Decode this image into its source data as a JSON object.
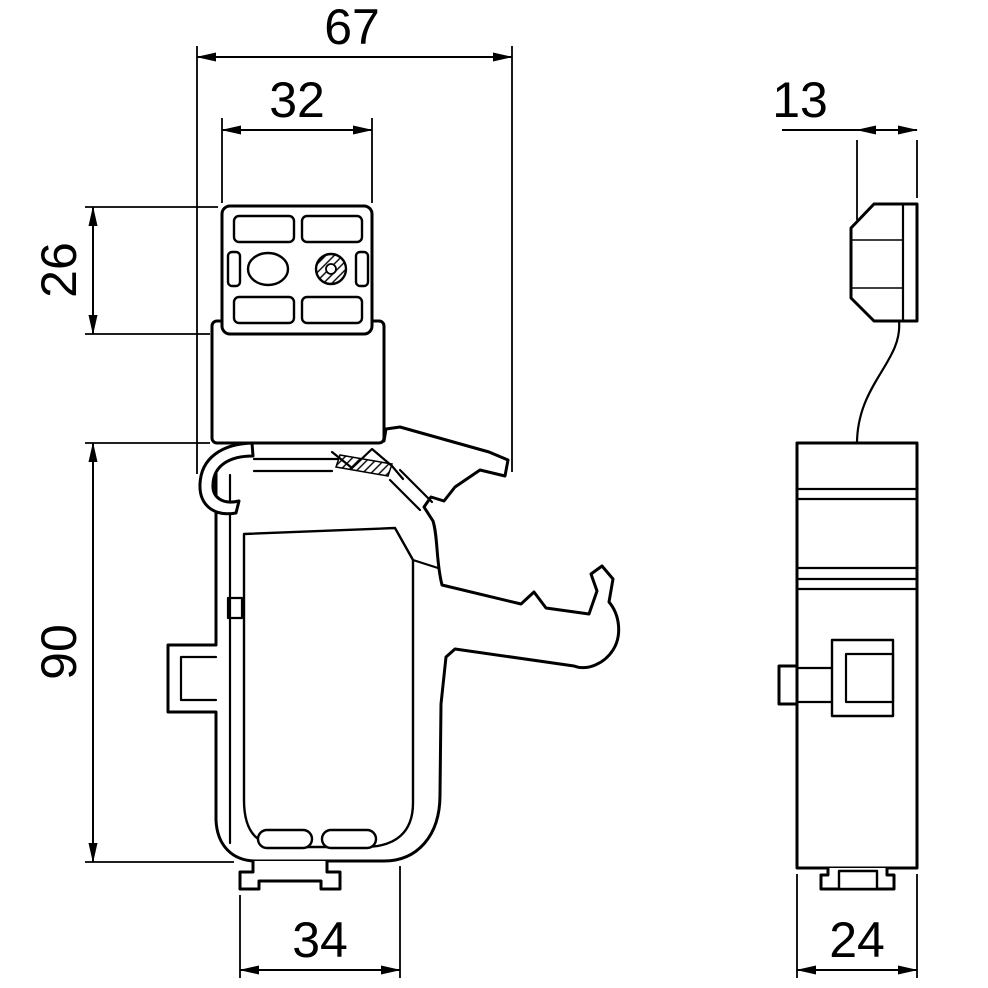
{
  "drawing": {
    "type": "technical-dimension-drawing",
    "front_view": {
      "overall_width": "67",
      "head_width": "32",
      "head_height": "26",
      "profile_height": "90",
      "foot_width": "34"
    },
    "side_view": {
      "top_width": "13",
      "body_width": "24"
    }
  }
}
